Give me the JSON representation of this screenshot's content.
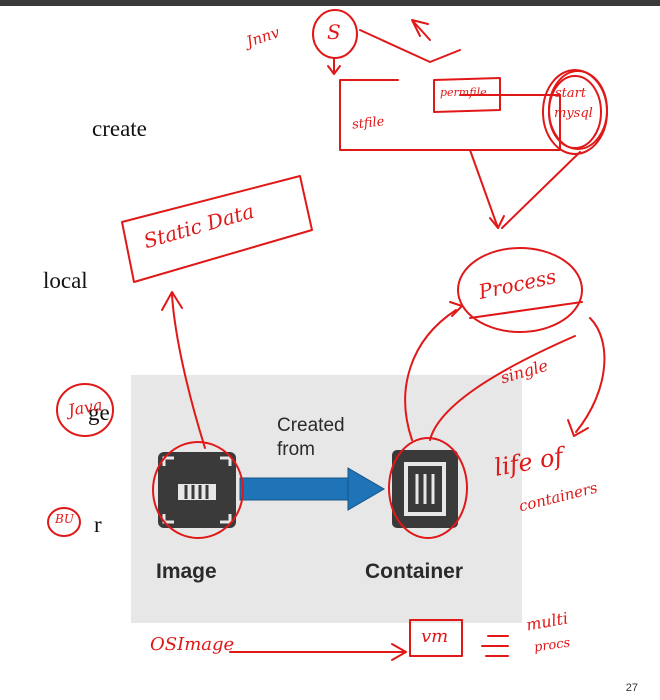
{
  "slide": {
    "body_fragments": [
      "create",
      "local",
      "ge",
      "r"
    ],
    "diagram": {
      "image_label": "Image",
      "container_label": "Container",
      "arrow_label_line1": "Created",
      "arrow_label_line2": "from"
    },
    "page_number": "27"
  },
  "annotations": {
    "top_left_scribble": "Jnnv",
    "top_circle": "S",
    "stfile": "stfile",
    "permfile": "permfile",
    "start_mysql_line1": "start",
    "start_mysql_line2": "mysql",
    "static_data": "Static Data",
    "process": "Process",
    "single": "single",
    "java": "Java",
    "bu": "BU",
    "life_of_line1": "life of",
    "life_of_line2": "containers",
    "os_image": "OSImage",
    "vm": "vm",
    "multi_line1": "multi",
    "multi_line2": "procs"
  },
  "colors": {
    "ink": "#e01818",
    "diagram_bg": "#e7e7e7",
    "arrow_fill": "#1f73b7",
    "icon_dark": "#3a3a3a"
  }
}
